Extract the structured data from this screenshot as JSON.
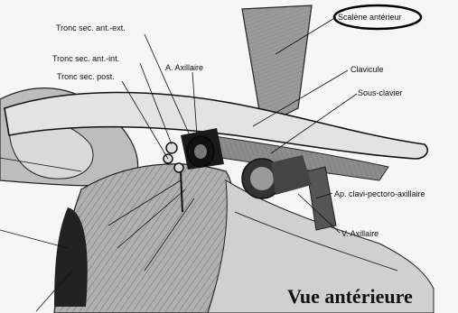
{
  "labels": {
    "tronc_ant_ext": "Tronc sec. ant.-ext.",
    "tronc_ant_int": "Tronc sec. ant.-int.",
    "tronc_post": "Tronc sec. post.",
    "a_axillaire": "A. Axillaire",
    "scalene_anterieur": "Scalène antérieur",
    "clavicule": "Clavicule",
    "sous_clavier": "Sous-clavier",
    "ap_clavi_pectoro": "Ap. clavi-pectoro-axillaire",
    "v_axillaire": "V. Axillaire"
  },
  "view_title": "Vue antérieure",
  "colors": {
    "ink": "#111111",
    "muscle_gray": "#8a8a8a",
    "light_gray": "#c9c9c9",
    "paper": "#ffffff",
    "highlight_ellipse": "#000000"
  }
}
